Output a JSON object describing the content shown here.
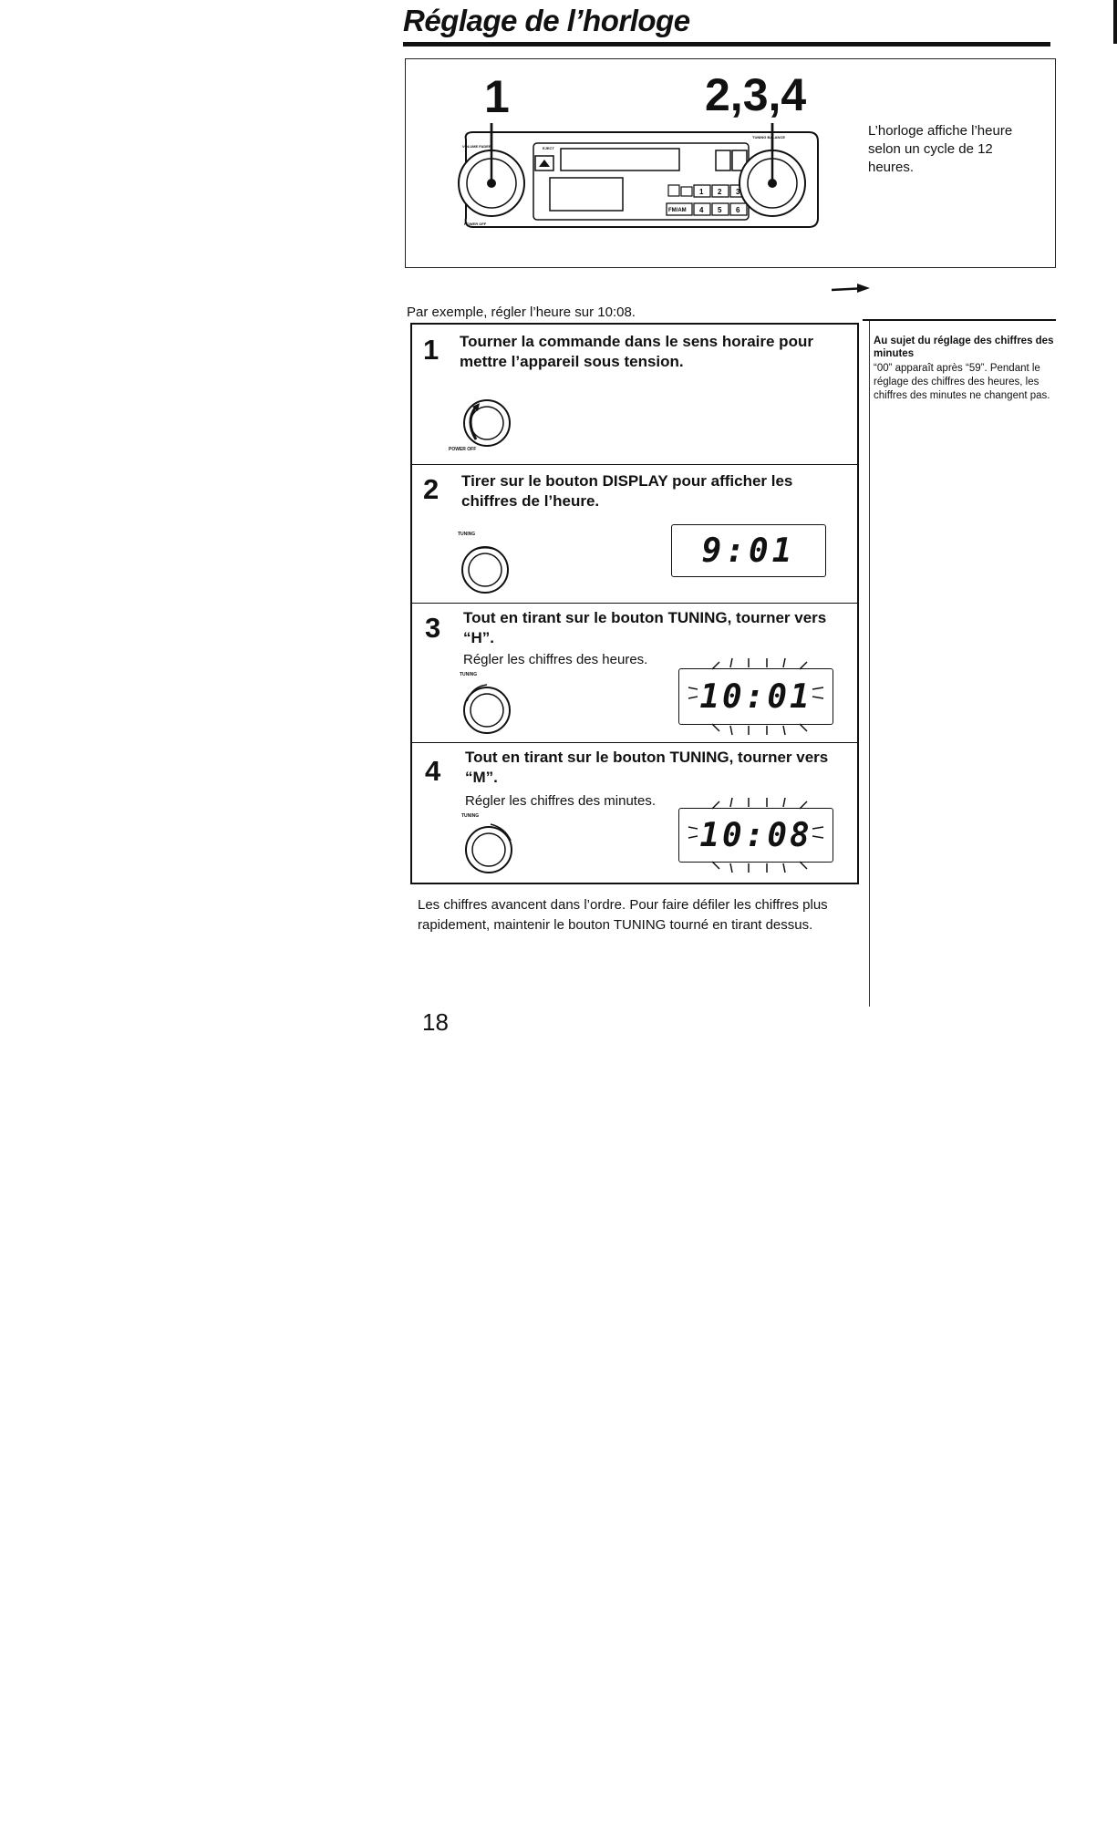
{
  "page": {
    "title": "Réglage de l’horloge",
    "page_number": "18"
  },
  "hero": {
    "label_left": "1",
    "label_right": "2,3,4",
    "note": "L’horloge affiche l’heure selon un cycle de 12 heures.",
    "device_labels": {
      "volume": "VOLUME FADER",
      "power": "POWER OFF",
      "tuning": "TUNING BALANCE",
      "eject": "EJECT",
      "band": "FM/AM",
      "presets": [
        "1",
        "2",
        "3",
        "4",
        "5",
        "6"
      ]
    }
  },
  "example": "Par exemple, régler l’heure sur 10:08.",
  "aside": {
    "title": "Au sujet du réglage des chiffres des minutes",
    "body": "“00” apparaît après “59”. Pendant le réglage des chiffres des heures, les chiffres des minutes ne changent pas."
  },
  "steps": [
    {
      "number": "1",
      "text": "Tourner la commande dans le sens horaire pour mettre l’appareil sous tension.",
      "knob_label": "POWER OFF"
    },
    {
      "number": "2",
      "text": "Tirer sur le bouton DISPLAY pour afficher les chiffres de l’heure.",
      "knob_label": "TUNING",
      "display": "9:01"
    },
    {
      "number": "3",
      "text": "Tout en tirant sur le bouton TUNING, tourner vers “H”.",
      "sub": "Régler les chiffres des heures.",
      "knob_label": "TUNING",
      "display": "10:01"
    },
    {
      "number": "4",
      "text": "Tout en tirant sur le bouton TUNING, tourner vers “M”.",
      "sub": "Régler les chiffres des minutes.",
      "knob_label": "TUNING",
      "display": "10:08"
    }
  ],
  "footnote": "Les chiffres avancent dans l’ordre. Pour faire défiler les chiffres plus rapidement, maintenir le bouton TUNING tourné en tirant dessus."
}
